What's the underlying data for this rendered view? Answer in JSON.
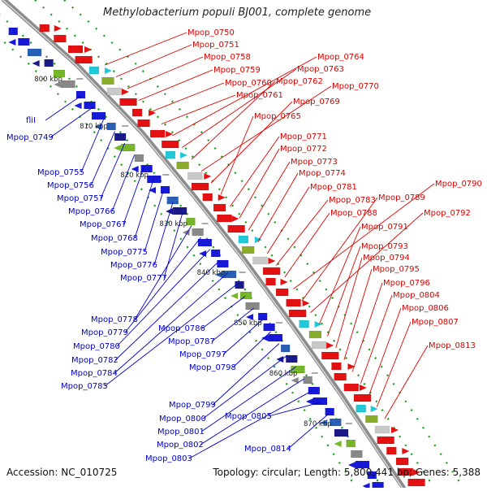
{
  "title": "Methylobacterium populi BJ001, complete genome",
  "footer": {
    "accession": "Accession: NC_010725",
    "summary": "Topology: circular; Length: 5,800,441 bp; Genes: 5,388"
  },
  "colors": {
    "forward_label": "#dd0000",
    "reverse_label": "#0000cc",
    "backbone": "#8c8c8c",
    "tick": "#2f8f2f"
  },
  "scale_labels": [
    "800 kbp",
    "810 kbp",
    "820 kbp",
    "830 kbp",
    "840 kbp",
    "850 kbp",
    "860 kbp",
    "870 kbp"
  ],
  "forward_genes": [
    "Mpop_0750",
    "Mpop_0751",
    "Mpop_0758",
    "Mpop_0759",
    "Mpop_0760",
    "Mpop_0761",
    "Mpop_0764",
    "Mpop_0763",
    "Mpop_0762",
    "Mpop_0770",
    "Mpop_0769",
    "Mpop_0765",
    "Mpop_0771",
    "Mpop_0772",
    "Mpop_0773",
    "Mpop_0774",
    "Mpop_0781",
    "Mpop_0783",
    "Mpop_0788",
    "Mpop_0790",
    "Mpop_0789",
    "Mpop_0792",
    "Mpop_0791",
    "Mpop_0793",
    "Mpop_0794",
    "Mpop_0795",
    "Mpop_0796",
    "Mpop_0804",
    "Mpop_0806",
    "Mpop_0807",
    "Mpop_0813"
  ],
  "reverse_genes": [
    "fliI",
    "Mpop_0749",
    "Mpop_0755",
    "Mpop_0756",
    "Mpop_0757",
    "Mpop_0766",
    "Mpop_0767",
    "Mpop_0768",
    "Mpop_0775",
    "Mpop_0776",
    "Mpop_0777",
    "Mpop_0778",
    "Mpop_0779",
    "Mpop_0780",
    "Mpop_0782",
    "Mpop_0784",
    "Mpop_0785",
    "Mpop_0786",
    "Mpop_0787",
    "Mpop_0797",
    "Mpop_0798",
    "Mpop_0799",
    "Mpop_0800",
    "Mpop_0801",
    "Mpop_0802",
    "Mpop_0803",
    "Mpop_0805",
    "Mpop_0814"
  ]
}
